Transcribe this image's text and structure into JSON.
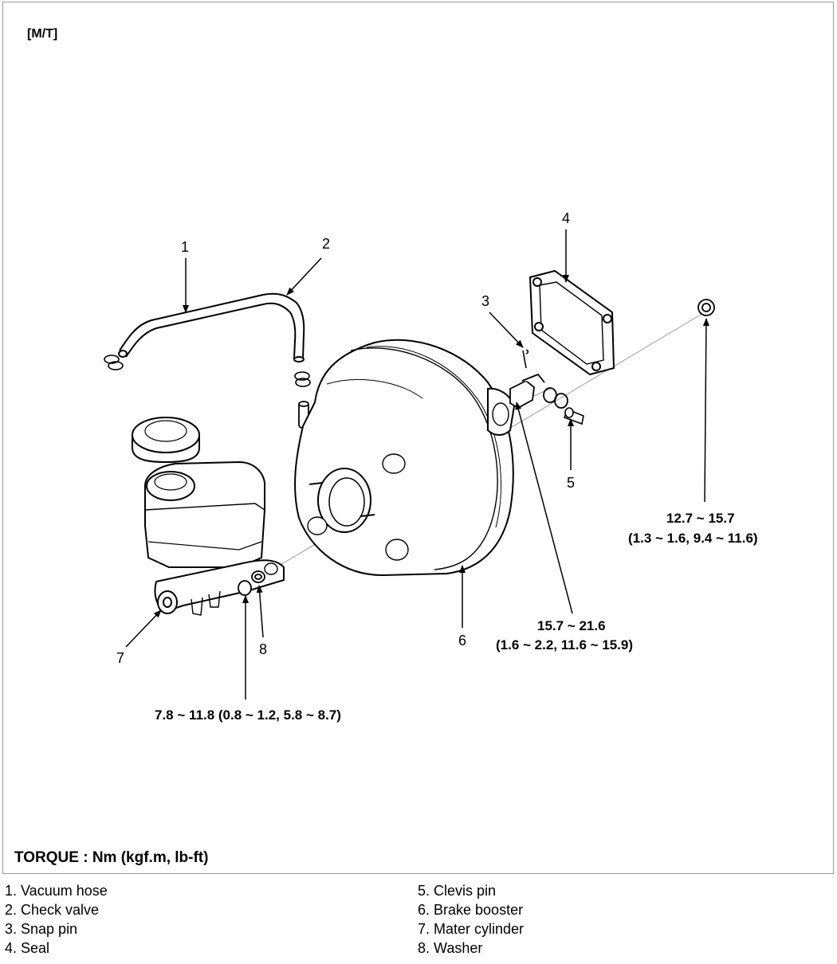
{
  "variant_label": "[M/T]",
  "callouts": [
    "1",
    "2",
    "3",
    "4",
    "5",
    "6",
    "7",
    "8"
  ],
  "torque_specs": {
    "seal_fastener_line1": "12.7 ~ 15.7",
    "seal_fastener_line2": "(1.3 ~ 1.6, 9.4 ~ 11.6)",
    "clevis_line1": "15.7 ~ 21.6",
    "clevis_line2": "(1.6 ~ 2.2, 11.6 ~ 15.9)",
    "master_cylinder": "7.8 ~ 11.8 (0.8 ~ 1.2, 5.8 ~ 8.7)"
  },
  "torque_unit_note": "TORQUE : Nm (kgf.m, lb-ft)",
  "legend": [
    "1. Vacuum hose",
    "2. Check valve",
    "3. Snap pin",
    "4. Seal",
    "5. Clevis pin",
    "6. Brake booster",
    "7. Mater cylinder",
    "8. Washer"
  ]
}
